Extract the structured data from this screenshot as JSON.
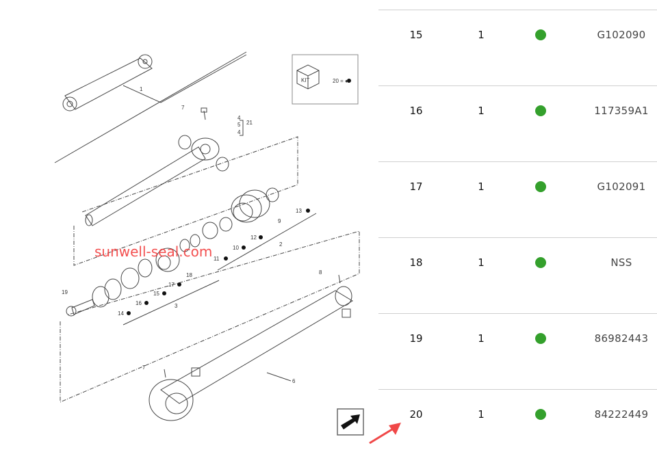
{
  "diagram": {
    "watermark": "sunwell-seal.com",
    "kit_label": "KIT",
    "kit_note": "20 = ●",
    "callouts": [
      "1",
      "7",
      "4",
      "5",
      "21",
      "4",
      "13",
      "9",
      "12",
      "10",
      "11",
      "2",
      "18",
      "17",
      "15",
      "16",
      "3",
      "14",
      "19",
      "8",
      "6",
      "7"
    ]
  },
  "parts_table": {
    "rows": [
      {
        "ref": "15",
        "qty": "1",
        "status": "available",
        "part": "G102090"
      },
      {
        "ref": "16",
        "qty": "1",
        "status": "available",
        "part": "117359A1"
      },
      {
        "ref": "17",
        "qty": "1",
        "status": "available",
        "part": "G102091"
      },
      {
        "ref": "18",
        "qty": "1",
        "status": "available",
        "part": "NSS"
      },
      {
        "ref": "19",
        "qty": "1",
        "status": "available",
        "part": "86982443"
      },
      {
        "ref": "20",
        "qty": "1",
        "status": "available",
        "part": "84222449"
      }
    ]
  },
  "colors": {
    "status_available": "#34a02c",
    "annotation_arrow": "#f04848",
    "watermark": "#f23c3c"
  }
}
